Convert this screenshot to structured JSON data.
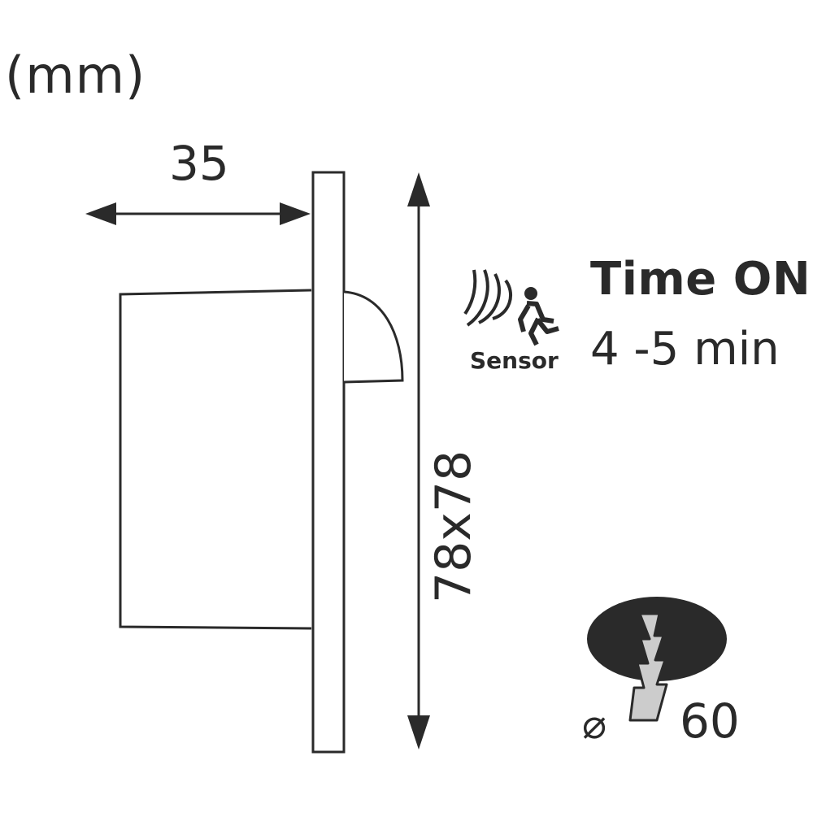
{
  "units_label": "(mm)",
  "depth_label": "35",
  "size_label": "78x78",
  "sensor": {
    "icon": "motion-sensor-icon",
    "label": "Sensor"
  },
  "timer": {
    "title": "Time ON",
    "value": "4 -5 min"
  },
  "cutout": {
    "icon": "wall-cutout-icon",
    "diameter_symbol": "⌀",
    "diameter_value": "60"
  },
  "colors": {
    "line": "#2a2a2a",
    "wall_fill": "#cccccc"
  }
}
